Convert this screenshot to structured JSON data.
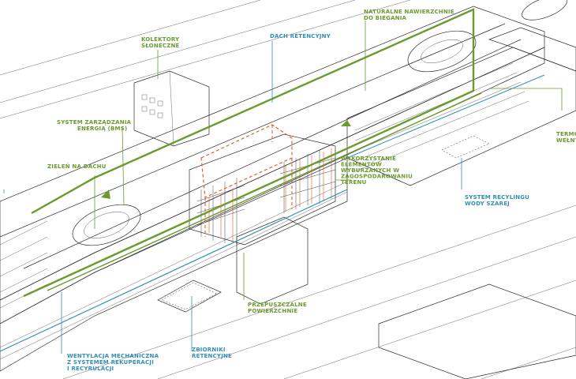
{
  "labels": {
    "kolektory": [
      "KOLEKTORY",
      "SŁONECZNE"
    ],
    "dach": [
      "DACH RETENCYJNY"
    ],
    "naturalne": [
      "NATURALNE NAWIERZCHNIE",
      "DO BIEGANIA"
    ],
    "system_bms": [
      "SYSTEM ZARZĄDZANIA",
      "ENERGIĄ (BMS)"
    ],
    "zielen": [
      "ZIELEŃ NA DACHU"
    ],
    "wykorzystanie": [
      "WYKORZYSTANIE",
      "ELEMENTÓW",
      "WYBURZANYCH W",
      "ZAGOSPODAROWANIU",
      "TERENU"
    ],
    "termo": [
      "TERMO",
      "WEŁNY"
    ],
    "recykling": [
      "SYSTEM RECYLINGU",
      "WODY SZAREJ"
    ],
    "przepuszczalne": [
      "PRZEPUSZCZALNE",
      "POWIERZCHNIE"
    ],
    "wentylacja": [
      "WENTYLACJA MECHANICZNA",
      "Z SYSTEMEM REKUPERACJI",
      "I RECYRULACJI"
    ],
    "zbiorniki": [
      "ZBIORNIKI",
      "RETENCYJNE"
    ]
  },
  "colors": {
    "green": "#6b9a2e",
    "blue": "#2f8fb8",
    "orange": "#e0531f",
    "line": "#2b2b2b"
  }
}
